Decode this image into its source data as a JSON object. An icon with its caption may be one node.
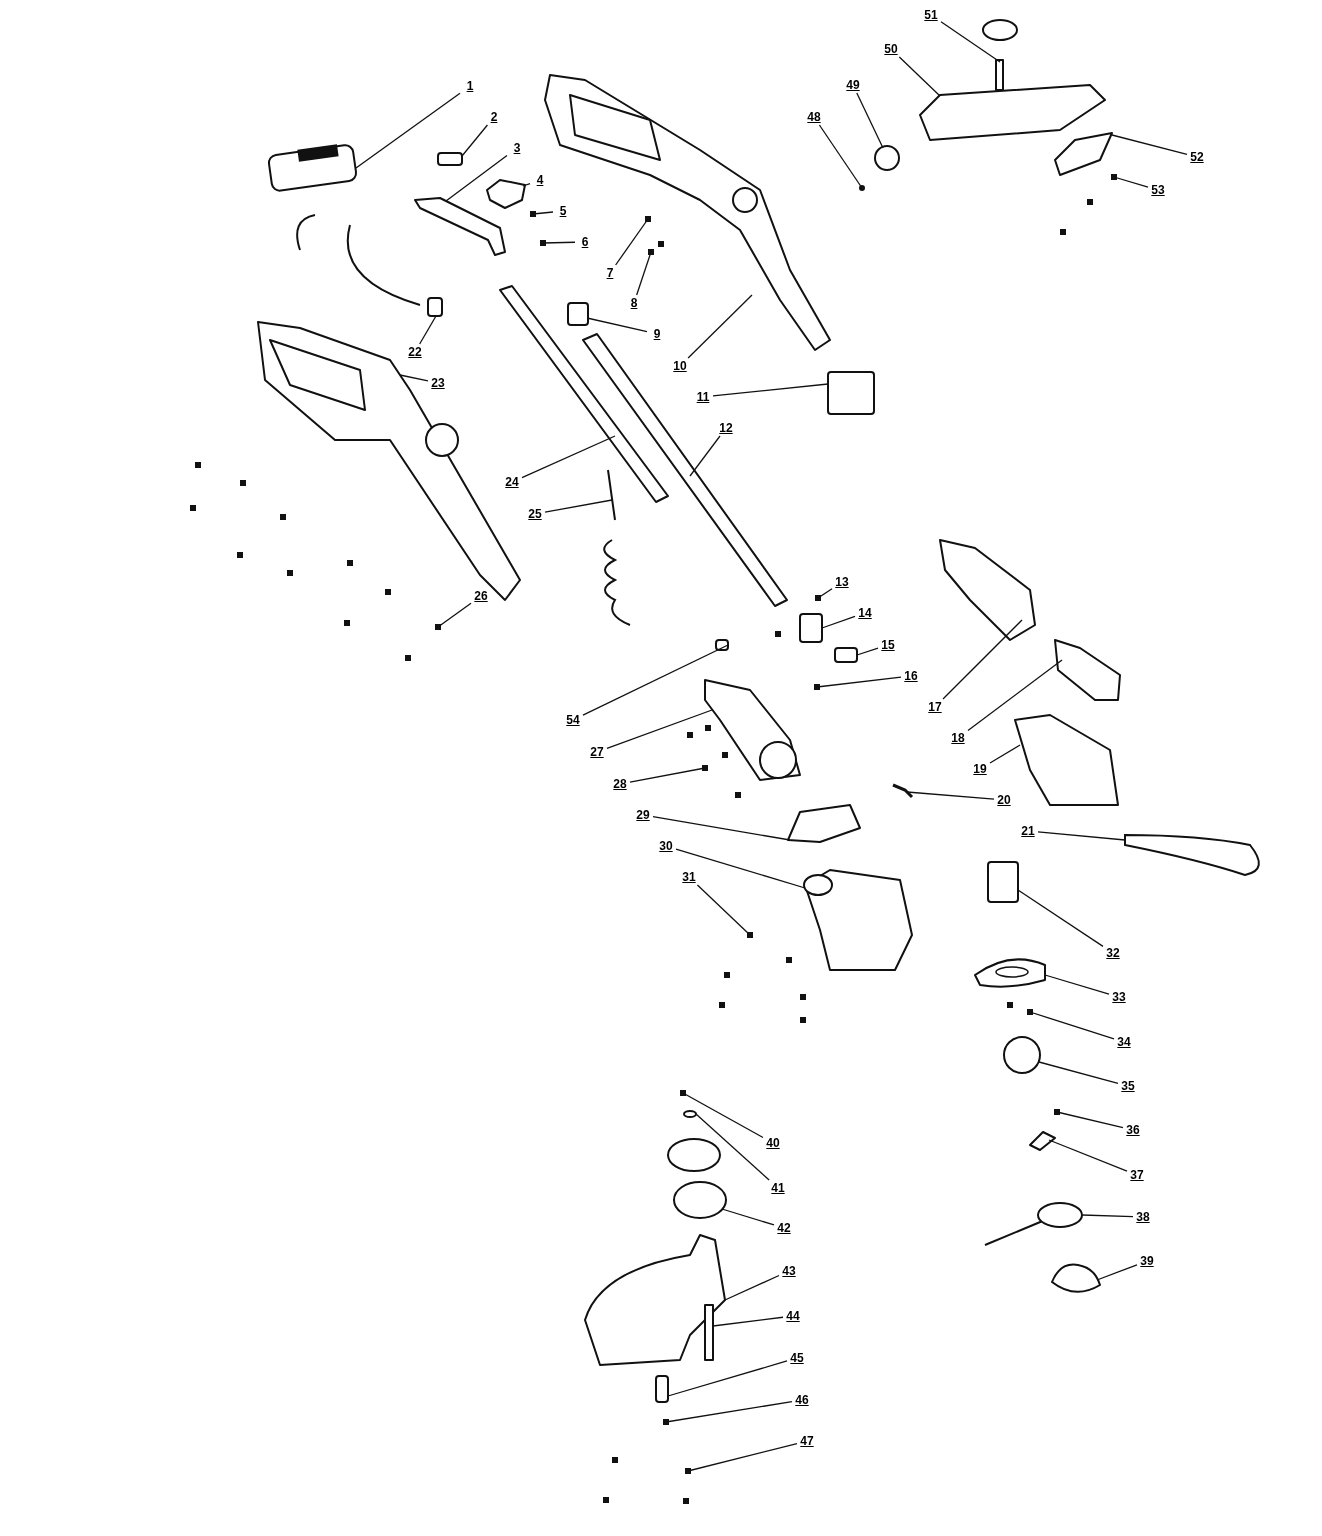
{
  "diagram": {
    "nodes": [
      {
        "text": [
          "1"
        ]
      },
      {
        "text": [
          "2"
        ]
      },
      {
        "text": [
          "3"
        ]
      },
      {
        "text": [
          "4"
        ]
      },
      {
        "text": [
          "5"
        ]
      },
      {
        "text": [
          "6"
        ]
      },
      {
        "text": [
          "7"
        ]
      },
      {
        "text": [
          "8"
        ]
      },
      {
        "text": [
          "9"
        ]
      },
      {
        "text": [
          "10"
        ]
      },
      {
        "text": [
          "11"
        ]
      },
      {
        "text": [
          "12"
        ]
      },
      {
        "text": [
          "13"
        ]
      },
      {
        "text": [
          "14"
        ]
      },
      {
        "text": [
          "15"
        ]
      },
      {
        "text": [
          "16"
        ]
      },
      {
        "text": [
          "17"
        ]
      },
      {
        "text": [
          "18"
        ]
      },
      {
        "text": [
          "19"
        ]
      },
      {
        "text": [
          "20"
        ]
      },
      {
        "text": [
          "21"
        ]
      },
      {
        "text": [
          "22"
        ]
      },
      {
        "text": [
          "23"
        ]
      },
      {
        "text": [
          "24"
        ]
      },
      {
        "text": [
          "25"
        ]
      },
      {
        "text": [
          "26"
        ]
      },
      {
        "text": [
          "27"
        ]
      },
      {
        "text": [
          "28"
        ]
      },
      {
        "text": [
          "29"
        ]
      },
      {
        "text": [
          "30"
        ]
      },
      {
        "text": [
          "31"
        ]
      },
      {
        "text": [
          "32"
        ]
      },
      {
        "text": [
          "33"
        ]
      },
      {
        "text": [
          "34"
        ]
      },
      {
        "text": [
          "35"
        ]
      },
      {
        "text": [
          "36"
        ]
      },
      {
        "text": [
          "37"
        ]
      },
      {
        "text": [
          "38"
        ]
      },
      {
        "text": [
          "39"
        ]
      },
      {
        "text": [
          "40"
        ]
      },
      {
        "text": [
          "41"
        ]
      },
      {
        "text": [
          "42"
        ]
      },
      {
        "text": [
          "43"
        ]
      },
      {
        "text": [
          "44"
        ]
      },
      {
        "text": [
          "45"
        ]
      },
      {
        "text": [
          "46"
        ]
      },
      {
        "text": [
          "47"
        ]
      },
      {
        "text": [
          "48"
        ]
      },
      {
        "text": [
          "49"
        ]
      },
      {
        "text": [
          "50"
        ]
      },
      {
        "text": [
          "51"
        ]
      },
      {
        "text": [
          "52"
        ]
      },
      {
        "text": [
          "53"
        ]
      },
      {
        "text": [
          "54"
        ]
      },
      {
        "text": [],
        "shape": "picture"
      },
      {
        "text": [],
        "shape": "box"
      },
      {
        "text": [],
        "shape": "picture"
      },
      {
        "text": [],
        "shape": "picture"
      },
      {
        "text": [],
        "shape": "box"
      },
      {
        "text": [],
        "shape": "box"
      },
      {
        "text": [],
        "shape": "box"
      },
      {
        "text": [],
        "shape": "box"
      },
      {
        "text": [],
        "shape": "box"
      },
      {
        "text": [],
        "shape": "picture"
      },
      {
        "text": [],
        "shape": "box"
      },
      {
        "text": [],
        "shape": "picture"
      },
      {
        "text": [],
        "shape": "box"
      },
      {
        "text": [],
        "shape": "box"
      },
      {
        "text": [],
        "shape": "box"
      },
      {
        "text": [],
        "shape": "box"
      },
      {
        "text": [],
        "shape": "picture"
      },
      {
        "text": [],
        "shape": "picture"
      },
      {
        "text": [],
        "shape": "picture"
      },
      {
        "text": [],
        "shape": "picture"
      },
      {
        "text": [],
        "shape": "picture"
      },
      {
        "text": [],
        "shape": "box"
      },
      {
        "text": [],
        "shape": "picture"
      },
      {
        "text": [],
        "shape": "picture"
      },
      {
        "text": [],
        "shape": "picture"
      },
      {
        "text": [],
        "shape": "box"
      },
      {
        "text": [],
        "shape": "picture"
      },
      {
        "text": [],
        "shape": "box"
      },
      {
        "text": [],
        "shape": "picture"
      },
      {
        "text": [],
        "shape": "picture"
      },
      {
        "text": [],
        "shape": "box"
      },
      {
        "text": [],
        "shape": "box"
      },
      {
        "text": [],
        "shape": "picture"
      },
      {
        "text": [],
        "shape": "box"
      },
      {
        "text": [],
        "shape": "circle"
      },
      {
        "text": [],
        "shape": "box"
      },
      {
        "text": [],
        "shape": "picture"
      },
      {
        "text": [],
        "shape": "picture"
      },
      {
        "text": [],
        "shape": "picture"
      },
      {
        "text": [],
        "shape": "box"
      },
      {
        "text": [],
        "shape": "circle"
      },
      {
        "text": [],
        "shape": "circle"
      },
      {
        "text": [],
        "shape": "picture"
      },
      {
        "text": [],
        "shape": "bar"
      },
      {
        "text": [],
        "shape": "box"
      },
      {
        "text": [],
        "shape": "box"
      },
      {
        "text": [],
        "shape": "box"
      },
      {
        "text": [],
        "shape": "circle"
      },
      {
        "text": [],
        "shape": "circle"
      },
      {
        "text": [],
        "shape": "picture"
      },
      {
        "text": [],
        "shape": "bar"
      },
      {
        "text": [],
        "shape": "picture"
      },
      {
        "text": [],
        "shape": "box"
      },
      {
        "text": [],
        "shape": "box"
      }
    ],
    "edges": [
      {
        "from": 0,
        "to": 54,
        "arrow": "none"
      },
      {
        "from": 1,
        "to": 55,
        "arrow": "none"
      },
      {
        "from": 2,
        "to": 56,
        "arrow": "none"
      },
      {
        "from": 3,
        "to": 57,
        "arrow": "none"
      },
      {
        "from": 4,
        "to": 58,
        "arrow": "none"
      },
      {
        "from": 5,
        "to": 59,
        "arrow": "none"
      },
      {
        "from": 6,
        "to": 60,
        "arrow": "none"
      },
      {
        "from": 7,
        "to": 61,
        "arrow": "none"
      },
      {
        "from": 8,
        "to": 62,
        "arrow": "none"
      },
      {
        "from": 9,
        "to": 63,
        "arrow": "none"
      },
      {
        "from": 10,
        "to": 64,
        "arrow": "none"
      },
      {
        "from": 11,
        "to": 65,
        "arrow": "none"
      },
      {
        "from": 12,
        "to": 66,
        "arrow": "none"
      },
      {
        "from": 13,
        "to": 67,
        "arrow": "none"
      },
      {
        "from": 14,
        "to": 68,
        "arrow": "none"
      },
      {
        "from": 15,
        "to": 69,
        "arrow": "none"
      },
      {
        "from": 16,
        "to": 70,
        "arrow": "none"
      },
      {
        "from": 17,
        "to": 71,
        "arrow": "none"
      },
      {
        "from": 18,
        "to": 72,
        "arrow": "none"
      },
      {
        "from": 19,
        "to": 73,
        "arrow": "none"
      },
      {
        "from": 20,
        "to": 74,
        "arrow": "none"
      },
      {
        "from": 21,
        "to": 75,
        "arrow": "none"
      },
      {
        "from": 22,
        "to": 76,
        "arrow": "none"
      },
      {
        "from": 23,
        "to": 77,
        "arrow": "none"
      },
      {
        "from": 24,
        "to": 78,
        "arrow": "none"
      },
      {
        "from": 25,
        "to": 79,
        "arrow": "none"
      },
      {
        "from": 26,
        "to": 80,
        "arrow": "none"
      },
      {
        "from": 27,
        "to": 81,
        "arrow": "none"
      },
      {
        "from": 28,
        "to": 82,
        "arrow": "none"
      },
      {
        "from": 29,
        "to": 83,
        "arrow": "none"
      },
      {
        "from": 30,
        "to": 84,
        "arrow": "none"
      },
      {
        "from": 31,
        "to": 85,
        "arrow": "none"
      },
      {
        "from": 32,
        "to": 86,
        "arrow": "none"
      },
      {
        "from": 33,
        "to": 87,
        "arrow": "none"
      },
      {
        "from": 34,
        "to": 88,
        "arrow": "none"
      },
      {
        "from": 35,
        "to": 89,
        "arrow": "none"
      },
      {
        "from": 36,
        "to": 90,
        "arrow": "none"
      },
      {
        "from": 37,
        "to": 91,
        "arrow": "none"
      },
      {
        "from": 38,
        "to": 92,
        "arrow": "none"
      },
      {
        "from": 39,
        "to": 93,
        "arrow": "none"
      },
      {
        "from": 40,
        "to": 94,
        "arrow": "none"
      },
      {
        "from": 41,
        "to": 95,
        "arrow": "none"
      },
      {
        "from": 42,
        "to": 96,
        "arrow": "none"
      },
      {
        "from": 43,
        "to": 97,
        "arrow": "none"
      },
      {
        "from": 44,
        "to": 98,
        "arrow": "none"
      },
      {
        "from": 45,
        "to": 99,
        "arrow": "none"
      },
      {
        "from": 46,
        "to": 100,
        "arrow": "none"
      },
      {
        "from": 47,
        "to": 101,
        "arrow": "none"
      },
      {
        "from": 48,
        "to": 102,
        "arrow": "none"
      },
      {
        "from": 49,
        "to": 103,
        "arrow": "none"
      },
      {
        "from": 50,
        "to": 104,
        "arrow": "none"
      },
      {
        "from": 51,
        "to": 105,
        "arrow": "none"
      },
      {
        "from": 52,
        "to": 106,
        "arrow": "none"
      },
      {
        "from": 53,
        "to": 107,
        "arrow": "none"
      }
    ]
  }
}
